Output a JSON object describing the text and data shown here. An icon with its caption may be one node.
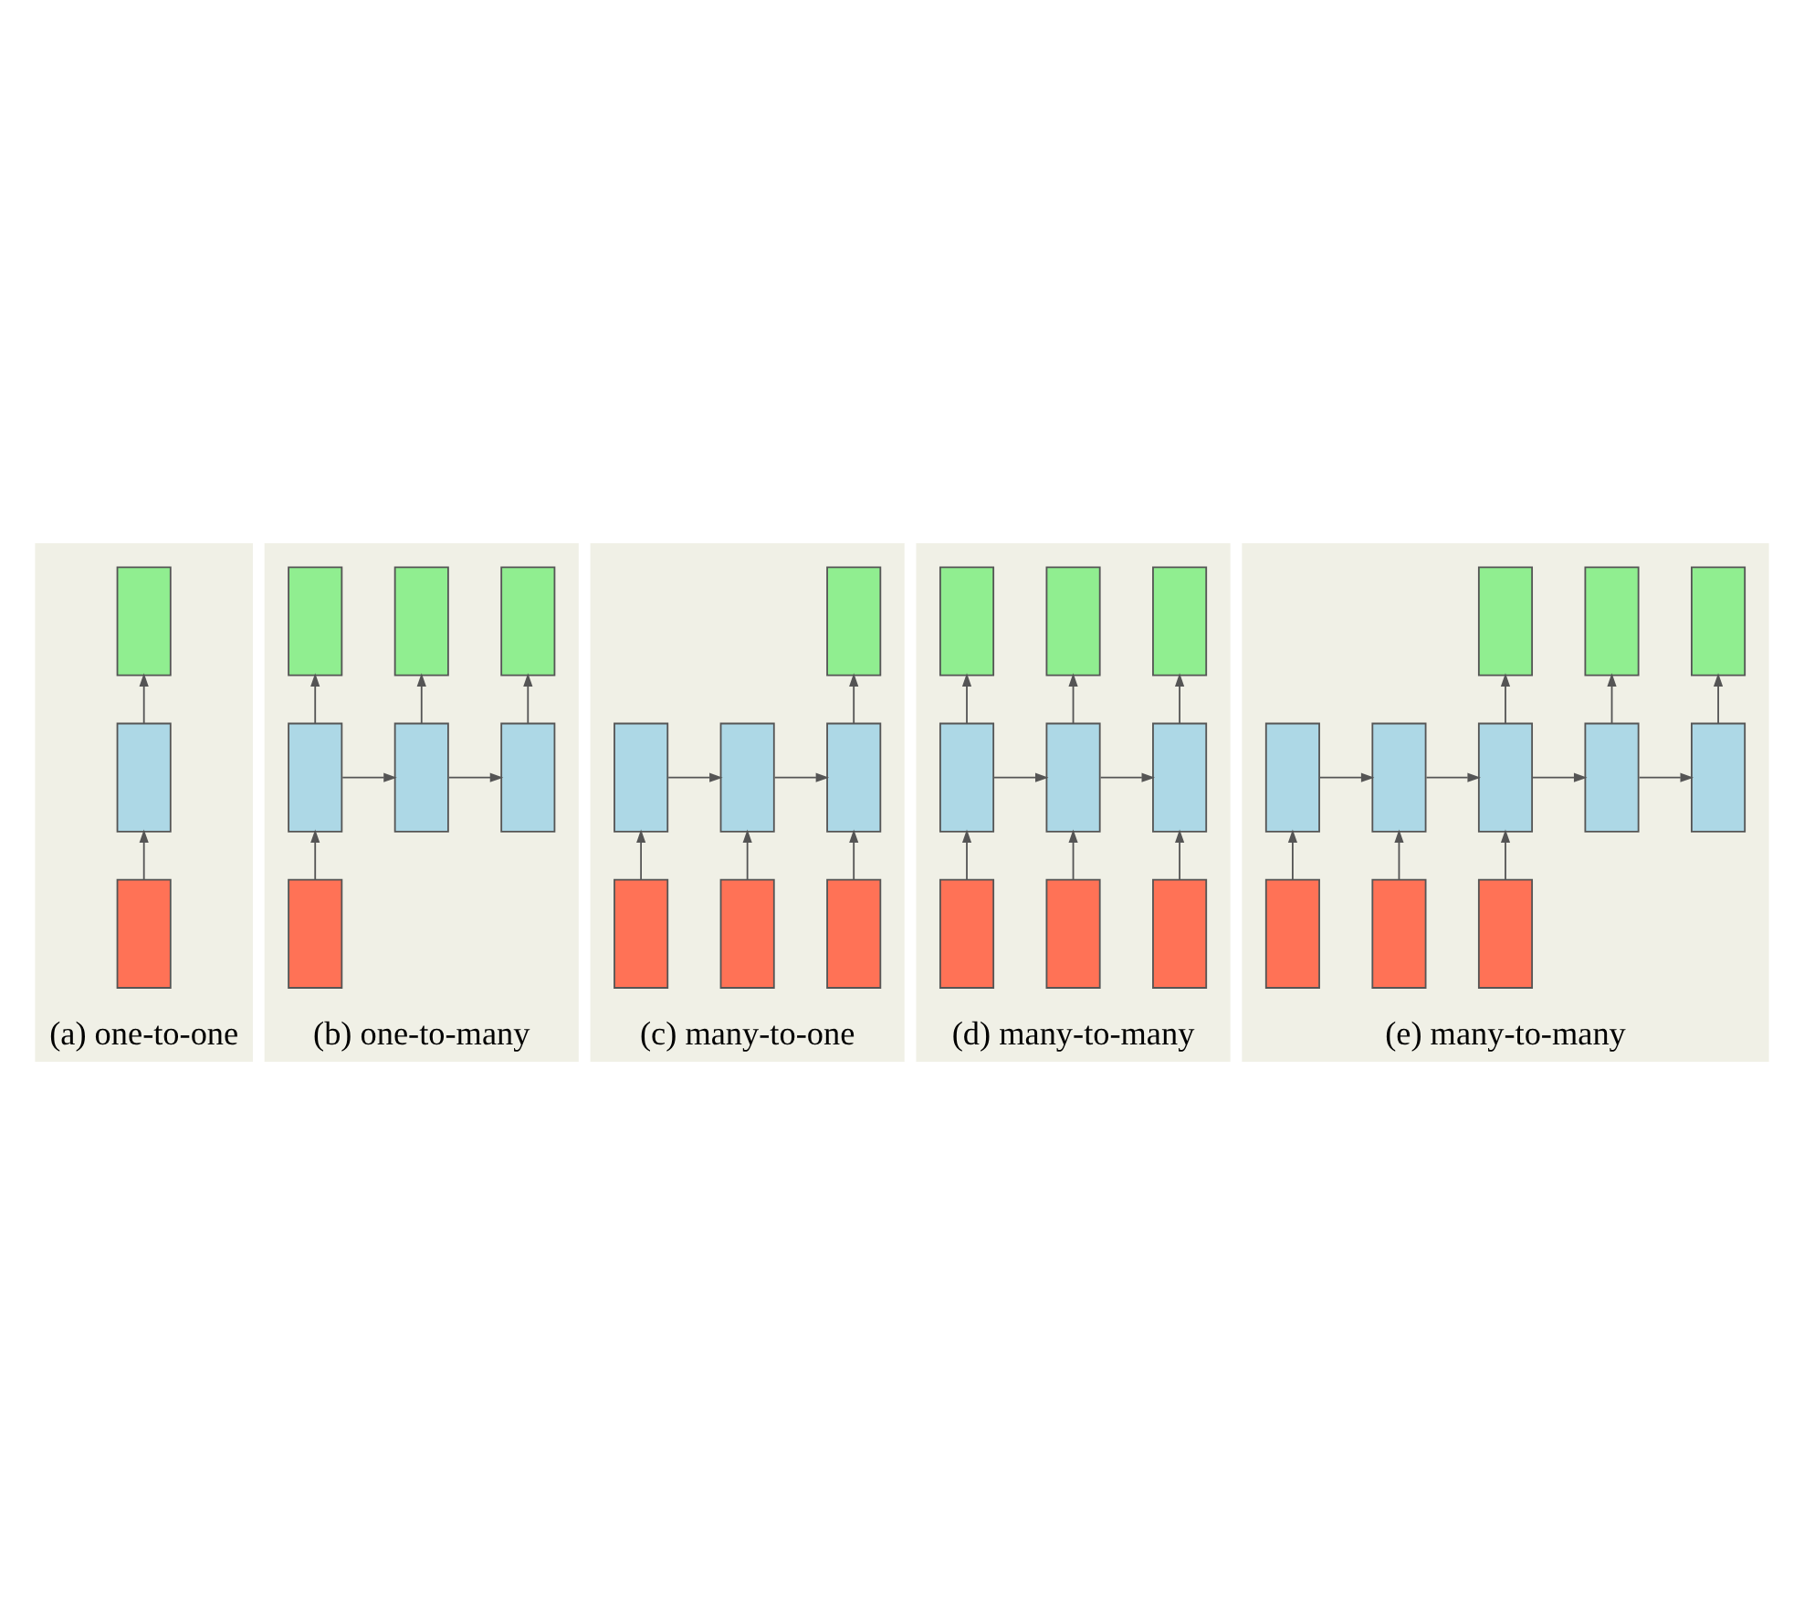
{
  "diagram": {
    "nodes": [
      {
        "text": [
          "(a) one-to-one"
        ]
      },
      {
        "text": [],
        "shape": "box",
        "in": 0
      },
      {
        "text": [],
        "shape": "box",
        "in": 0
      },
      {
        "text": [],
        "shape": "box",
        "in": 0
      },
      {
        "text": [
          "(b) one-to-many"
        ]
      },
      {
        "text": [],
        "shape": "box",
        "in": 4
      },
      {
        "text": [],
        "shape": "box",
        "in": 4
      },
      {
        "text": [],
        "shape": "box",
        "in": 4
      },
      {
        "text": [],
        "shape": "box",
        "in": 4
      },
      {
        "text": [],
        "shape": "box",
        "in": 4
      },
      {
        "text": [],
        "shape": "box",
        "in": 4
      },
      {
        "text": [],
        "shape": "box",
        "in": 4
      },
      {
        "text": [
          "(c) many-to-one"
        ]
      },
      {
        "text": [],
        "shape": "box",
        "in": 12
      },
      {
        "text": [],
        "shape": "box",
        "in": 12
      },
      {
        "text": [],
        "shape": "box",
        "in": 12
      },
      {
        "text": [],
        "shape": "box",
        "in": 12
      },
      {
        "text": [],
        "shape": "box",
        "in": 12
      },
      {
        "text": [],
        "shape": "box",
        "in": 12
      },
      {
        "text": [],
        "shape": "box",
        "in": 12
      },
      {
        "text": [
          "(d) many-to-many"
        ]
      },
      {
        "text": [],
        "shape": "box",
        "in": 20
      },
      {
        "text": [],
        "shape": "box",
        "in": 20
      },
      {
        "text": [],
        "shape": "box",
        "in": 20
      },
      {
        "text": [],
        "shape": "box",
        "in": 20
      },
      {
        "text": [],
        "shape": "box",
        "in": 20
      },
      {
        "text": [],
        "shape": "box",
        "in": 20
      },
      {
        "text": [],
        "shape": "box",
        "in": 20
      },
      {
        "text": [],
        "shape": "box",
        "in": 20
      },
      {
        "text": [],
        "shape": "box",
        "in": 20
      },
      {
        "text": [
          "(e) many-to-many"
        ]
      },
      {
        "text": [],
        "shape": "box",
        "in": 30
      },
      {
        "text": [],
        "shape": "box",
        "in": 30
      },
      {
        "text": [],
        "shape": "box",
        "in": 30
      },
      {
        "text": [],
        "shape": "box",
        "in": 30
      },
      {
        "text": [],
        "shape": "box",
        "in": 30
      },
      {
        "text": [],
        "shape": "box",
        "in": 30
      },
      {
        "text": [],
        "shape": "box",
        "in": 30
      },
      {
        "text": [],
        "shape": "box",
        "in": 30
      },
      {
        "text": [],
        "shape": "box",
        "in": 30
      },
      {
        "text": [],
        "shape": "box",
        "in": 30
      },
      {
        "text": [],
        "shape": "box",
        "in": 30
      }
    ],
    "edges": [
      {
        "from": 3,
        "to": 2,
        "arrow": "to"
      },
      {
        "from": 2,
        "to": 1,
        "arrow": "to"
      },
      {
        "from": 11,
        "to": 8,
        "arrow": "to"
      },
      {
        "from": 8,
        "to": 5,
        "arrow": "to"
      },
      {
        "from": 8,
        "to": 9,
        "arrow": "to"
      },
      {
        "from": 9,
        "to": 6,
        "arrow": "to"
      },
      {
        "from": 9,
        "to": 10,
        "arrow": "to"
      },
      {
        "from": 10,
        "to": 7,
        "arrow": "to"
      },
      {
        "from": 17,
        "to": 14,
        "arrow": "to"
      },
      {
        "from": 14,
        "to": 15,
        "arrow": "to"
      },
      {
        "from": 18,
        "to": 15,
        "arrow": "to"
      },
      {
        "from": 15,
        "to": 16,
        "arrow": "to"
      },
      {
        "from": 19,
        "to": 16,
        "arrow": "to"
      },
      {
        "from": 16,
        "to": 13,
        "arrow": "to"
      },
      {
        "from": 27,
        "to": 24,
        "arrow": "to"
      },
      {
        "from": 24,
        "to": 21,
        "arrow": "to"
      },
      {
        "from": 24,
        "to": 25,
        "arrow": "to"
      },
      {
        "from": 28,
        "to": 25,
        "arrow": "to"
      },
      {
        "from": 25,
        "to": 22,
        "arrow": "to"
      },
      {
        "from": 25,
        "to": 26,
        "arrow": "to"
      },
      {
        "from": 29,
        "to": 26,
        "arrow": "to"
      },
      {
        "from": 26,
        "to": 23,
        "arrow": "to"
      },
      {
        "from": 39,
        "to": 34,
        "arrow": "to"
      },
      {
        "from": 34,
        "to": 35,
        "arrow": "to"
      },
      {
        "from": 40,
        "to": 35,
        "arrow": "to"
      },
      {
        "from": 35,
        "to": 36,
        "arrow": "to"
      },
      {
        "from": 41,
        "to": 36,
        "arrow": "to"
      },
      {
        "from": 36,
        "to": 31,
        "arrow": "to"
      },
      {
        "from": 36,
        "to": 37,
        "arrow": "to"
      },
      {
        "from": 37,
        "to": 32,
        "arrow": "to"
      },
      {
        "from": 37,
        "to": 38,
        "arrow": "to"
      },
      {
        "from": 38,
        "to": 33,
        "arrow": "to"
      }
    ]
  }
}
